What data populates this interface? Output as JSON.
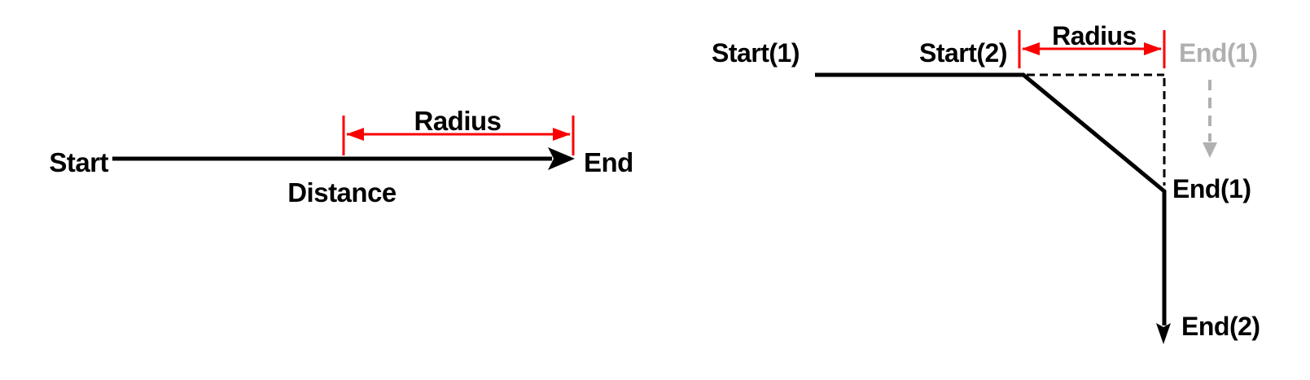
{
  "colors": {
    "ink": "#000000",
    "accent_red": "#fa0000",
    "ghost_gray": "#b0b0b0",
    "bg": "#ffffff"
  },
  "left_diagram": {
    "start_label": "Start",
    "end_label": "End",
    "distance_label": "Distance",
    "radius_label": "Radius"
  },
  "right_diagram": {
    "start1_label": "Start(1)",
    "start2_label": "Start(2)",
    "radius_label": "Radius",
    "ghost_end1_label": "End(1)",
    "end1_label": "End(1)",
    "end2_label": "End(2)"
  }
}
